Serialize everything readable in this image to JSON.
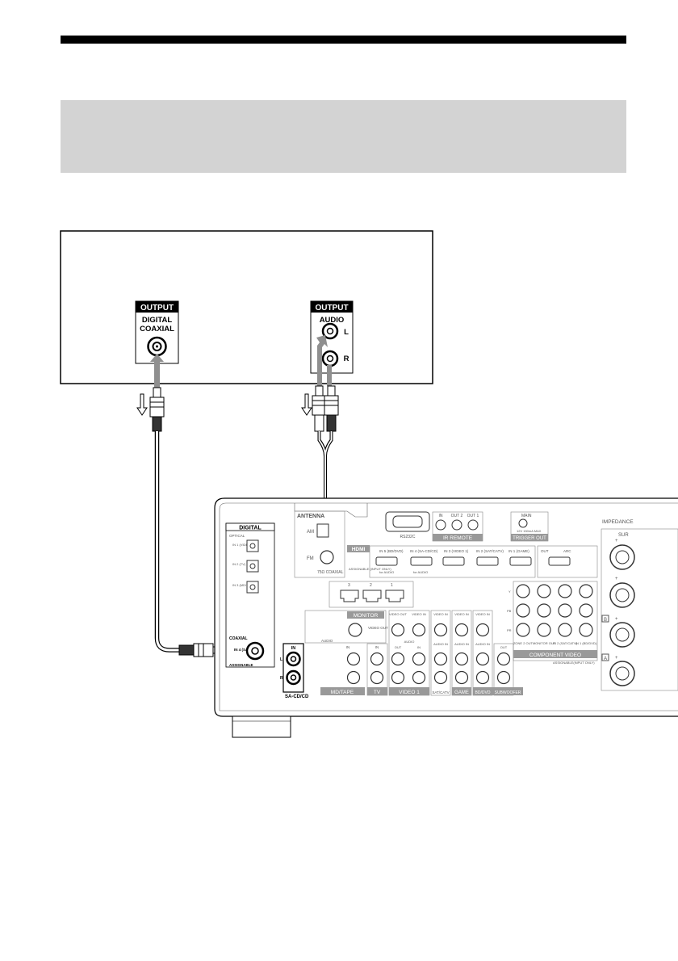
{
  "player": {
    "digital_panel": {
      "header": "OUTPUT",
      "line1": "DIGITAL",
      "line2": "COAXIAL"
    },
    "audio_panel": {
      "header": "OUTPUT",
      "label": "AUDIO",
      "l": "L",
      "r": "R"
    }
  },
  "receiver": {
    "antenna": {
      "title": "ANTENNA",
      "am": "AM",
      "fm": "FM",
      "coax": "75Ω COAXIAL"
    },
    "rs232c": "RS232C",
    "ir_remote": {
      "title": "IR REMOTE",
      "in": "IN",
      "out2": "OUT 2",
      "out1": "OUT 1"
    },
    "trigger_out": {
      "title": "TRIGGER OUT",
      "main": "MAIN",
      "spec": "12V 150mA MAX"
    },
    "impedance": "IMPEDANCE",
    "sur": "SUR",
    "hdmi": {
      "title": "HDMI",
      "assignable": "ASSIGNABLE (INPUT ONLY)",
      "in5": "IN 5 (BD/DVD)",
      "in4": "IN 4 (SA-CD/CD)",
      "in3": "IN 3 (VIDEO 1)",
      "in2": "IN 2 (SAT/CATV)",
      "in1": "IN 1 (GAME)",
      "out": "OUT",
      "arc": "ARC",
      "for_audio": "for AUDIO"
    },
    "lan": {
      "p3": "3",
      "p2": "2",
      "p1": "1"
    },
    "digital": {
      "title": "DIGITAL",
      "optical": "OPTICAL",
      "in1": "IN 1 (VIDEO 1)",
      "in2": "IN 2 (TV)",
      "in3": "IN 3 (MD/ TAPE)",
      "coaxial": "COAXIAL",
      "coax_in": "IN 4 (SA-CD/ CD)",
      "assignable": "ASSIGNABLE"
    },
    "sacd": {
      "in": "IN",
      "l": "L",
      "r": "R",
      "label": "SA-CD/CD",
      "audio": "AUDIO"
    },
    "monitor": {
      "title": "MONITOR",
      "video_out": "VIDEO OUT"
    },
    "groups": {
      "md_tape": "MD/TAPE",
      "tv": "TV",
      "video1": "VIDEO 1",
      "sat_catv": "SAT/CATV",
      "game": "GAME",
      "bd_dvd": "BD/DVD",
      "subwoofer": "SUBWOOFER",
      "out": "OUT"
    },
    "jack_labels": {
      "in": "IN",
      "out": "OUT",
      "video_out": "VIDEO OUT",
      "video_in": "VIDEO IN",
      "audio_in": "AUDIO IN",
      "audio": "AUDIO"
    },
    "component": {
      "title": "COMPONENT VIDEO",
      "assignable": "ASSIGNABLE(INPUT ONLY)",
      "y": "Y",
      "pb": "PB",
      "pr": "PR",
      "zone2": "ZONE 2 OUT",
      "monitor_out": "MONITOR OUT",
      "in2": "IN 2 (SAT/CATV)",
      "in1": "IN 1 (BD/DVD)"
    },
    "speaker": {
      "b": "B",
      "a": "A",
      "plus": "+"
    }
  }
}
